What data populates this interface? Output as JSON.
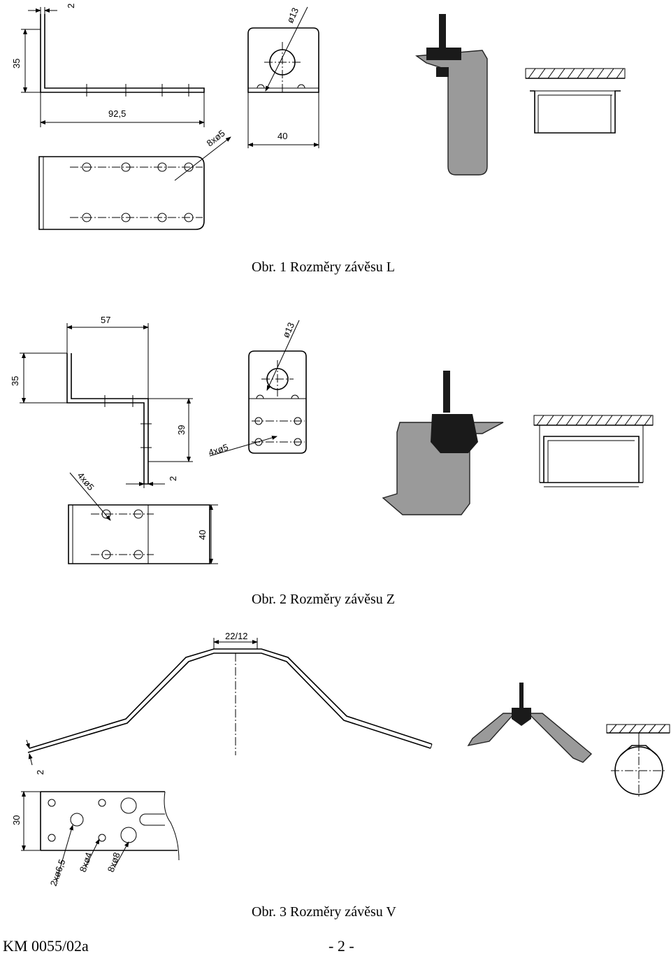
{
  "figures": [
    {
      "caption": "Obr. 1 Rozměry závěsu L",
      "dims": {
        "thickness": "2",
        "height": "35",
        "length": "92,5",
        "holes": "8xø5",
        "big_hole": "ø13",
        "width": "40"
      }
    },
    {
      "caption": "Obr. 2 Rozměry závěsu Z",
      "dims": {
        "length": "57",
        "height": "35",
        "drop": "39",
        "thickness": "2",
        "holes_top": "4xø5",
        "holes_side": "4xø5",
        "big_hole": "ø13",
        "width": "40"
      }
    },
    {
      "caption": "Obr. 3 Rozměry závěsu V",
      "dims": {
        "top": "22/12",
        "thickness": "2",
        "width": "30",
        "holes_a": "2xø6,5",
        "holes_b": "8xø4",
        "holes_c": "8xø8"
      }
    }
  ],
  "footer": {
    "doc_code": "KM 0055/02a",
    "page": "- 2 -"
  }
}
